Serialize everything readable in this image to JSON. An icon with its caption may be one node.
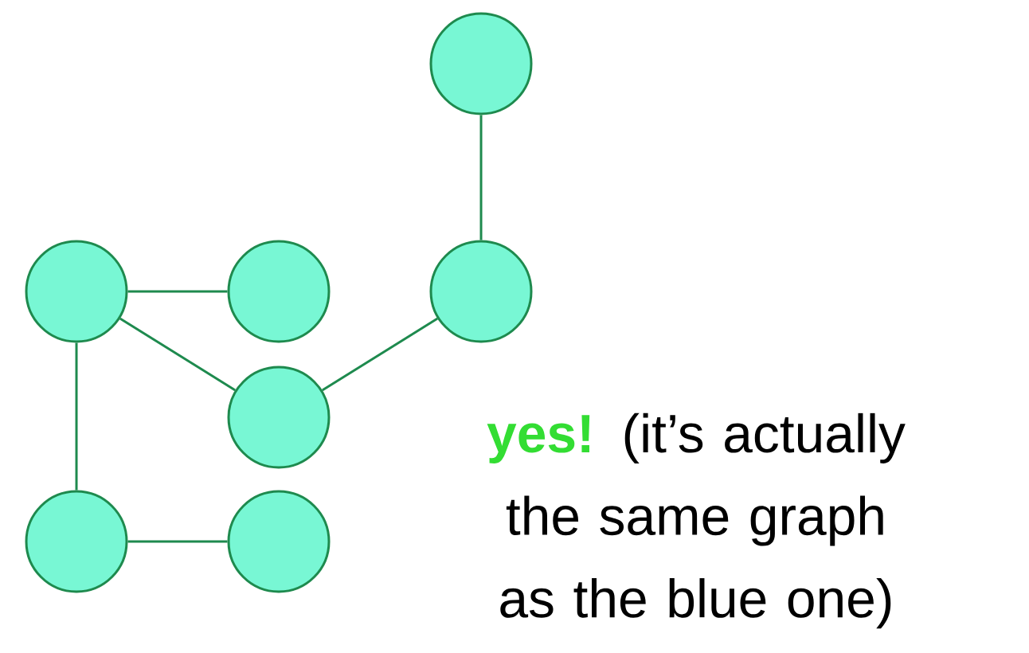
{
  "diagram": {
    "nodes": [
      {
        "text": [],
        "shape": "circle"
      },
      {
        "text": [],
        "shape": "circle"
      },
      {
        "text": [],
        "shape": "circle"
      },
      {
        "text": [],
        "shape": "circle"
      },
      {
        "text": [],
        "shape": "circle"
      },
      {
        "text": [],
        "shape": "circle"
      },
      {
        "text": [],
        "shape": "circle"
      }
    ],
    "edges": [
      {
        "from": 0,
        "to": 3,
        "arrow": "none"
      },
      {
        "from": 1,
        "to": 2,
        "arrow": "none"
      },
      {
        "from": 1,
        "to": 4,
        "arrow": "none"
      },
      {
        "from": 4,
        "to": 3,
        "arrow": "none"
      },
      {
        "from": 1,
        "to": 5,
        "arrow": "none"
      },
      {
        "from": 5,
        "to": 6,
        "arrow": "none"
      }
    ],
    "labels": [
      "yes!",
      "(it’s actually the same graph as the blue one)"
    ]
  }
}
